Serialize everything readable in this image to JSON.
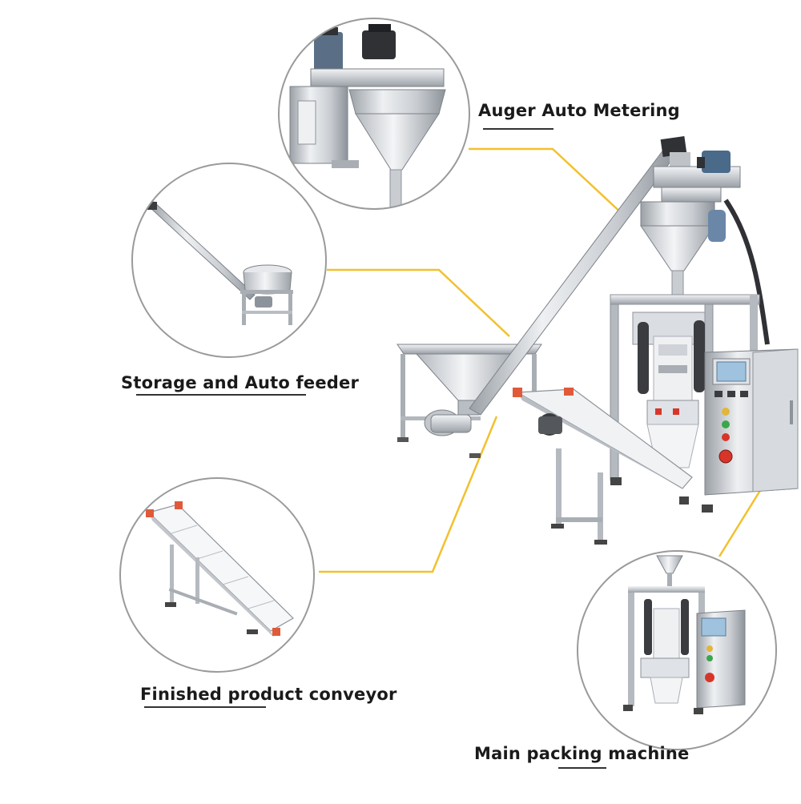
{
  "colors": {
    "leader_line": "#f2c12e",
    "circle_border": "#9a9a9a",
    "steel_light": "#e4e6e9",
    "steel_mid": "#c3c7cc",
    "steel_dark": "#8e949b",
    "motor_dark": "#2f3135",
    "panel_screen": "#9fc3df",
    "button_red": "#d8352a",
    "button_yellow": "#e2b63a",
    "button_green": "#3aa64a",
    "conveyor_tip": "#e05a3a"
  },
  "callouts": {
    "auger": {
      "label": "Auger Auto Metering",
      "icon": "auger-filler-photo"
    },
    "feeder": {
      "label": "Storage and Auto feeder",
      "icon": "screw-feeder-photo"
    },
    "conveyor": {
      "label": "Finished product conveyor",
      "icon": "belt-conveyor-photo"
    },
    "packer": {
      "label": "Main packing machine",
      "icon": "vffs-packing-machine-photo"
    }
  }
}
